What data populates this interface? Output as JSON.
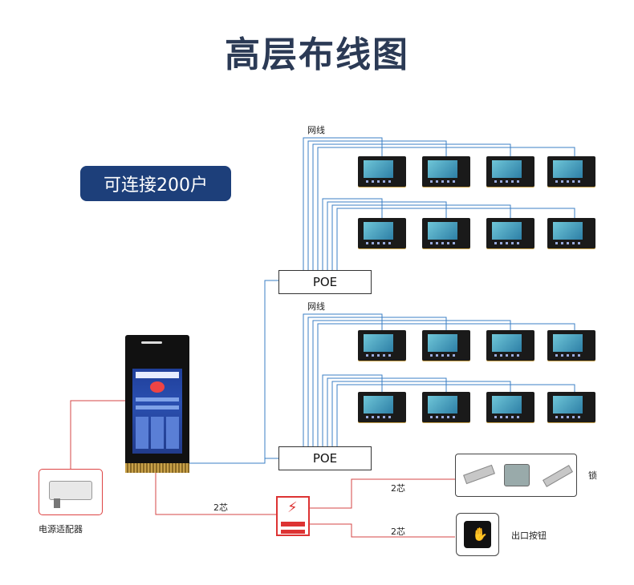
{
  "title": "高层布线图",
  "badge": "可连接200户",
  "labels": {
    "network_top": "网线",
    "network_bottom": "网线",
    "poe_top": "POE",
    "poe_bottom": "POE",
    "core_left": "2芯",
    "core_lock": "2芯",
    "core_exit": "2芯",
    "adapter": "电源适配器",
    "lock": "锁",
    "exit_button": "出口按钮"
  },
  "colors": {
    "network": "#3b7fc4",
    "power": "#d44444",
    "badge": "#1d3f7a",
    "title": "#2b3a55"
  },
  "icons": {
    "adapter": "power-adapter-icon",
    "controller": "power-supply-icon",
    "exit": "exit-button-icon"
  }
}
